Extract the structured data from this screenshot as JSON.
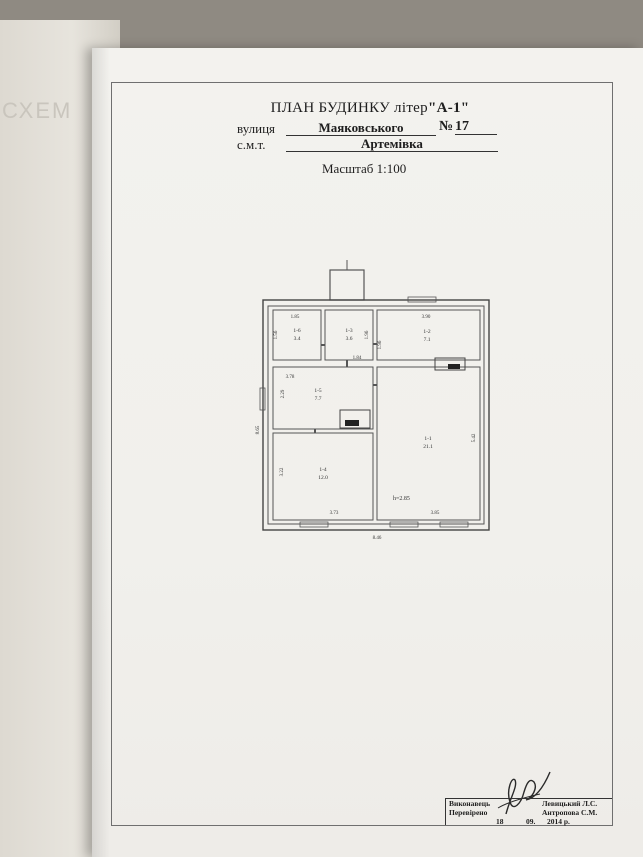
{
  "header": {
    "title_prefix": "ПЛАН БУДИНКУ літер",
    "title_letter": "\"А-1\"",
    "street_label": "вулиця",
    "street_value": "Маяковського",
    "number_label": "№",
    "number_value": "17",
    "town_label": "с.м.т.",
    "town_value": "Артемівка",
    "scale": "Масштаб 1:100"
  },
  "plan": {
    "rooms": [
      {
        "id": "1-6",
        "area": "3.4"
      },
      {
        "id": "1-3",
        "area": "3.6"
      },
      {
        "id": "1-2",
        "area": "7.1"
      },
      {
        "id": "1-5",
        "area": "7.7"
      },
      {
        "id": "1-4",
        "area": "12.0"
      },
      {
        "id": "1-1",
        "area": "21.1"
      }
    ],
    "dimensions": {
      "d1": "1.85",
      "d2": "1.56",
      "d3": "1.96",
      "d4": "1.96",
      "d5": "3.90",
      "d6": "1.84",
      "d7": "3.78",
      "d8": "2.29",
      "d9": "8.65",
      "d10": "3.22",
      "d11": "5.42",
      "d12": "3.73",
      "d13": "3.85",
      "d14": "8.46"
    },
    "height": "h=2.85"
  },
  "stamp": {
    "executed_label": "Виконавець",
    "executed_name": "Левицький Л.С.",
    "checked_label": "Перевірено",
    "checked_name": "Антропова С.М.",
    "date_day": "18",
    "date_month": "09.",
    "date_year": "2014 р."
  }
}
